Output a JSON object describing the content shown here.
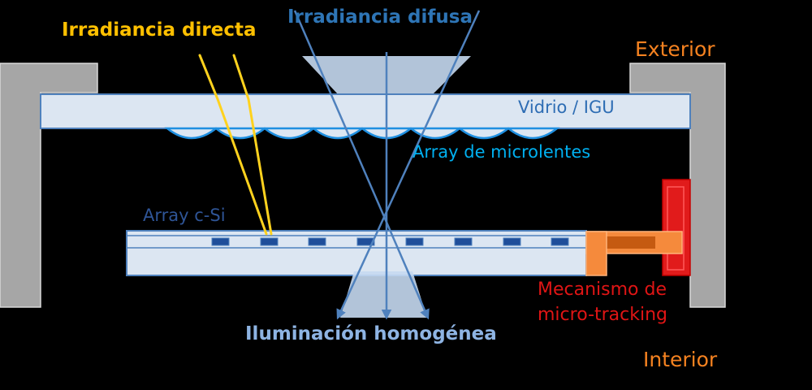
{
  "labels": {
    "direct_irradiance": "Irradiancia directa",
    "diffuse_irradiance": "Irradiancia difusa",
    "exterior": "Exterior",
    "glass": "Vidrio / IGU",
    "microlens_array": "Array de microlentes",
    "csi_array": "Array c-Si",
    "mechanism_line1": "Mecanismo de",
    "mechanism_line2": "micro-tracking",
    "homogeneous_light": "Iluminación homogénea",
    "interior": "Interior"
  },
  "colors": {
    "background": "#000000",
    "frame": "#a6a6a6",
    "glass_fill": "#dce6f2",
    "glass_stroke": "#4f81bd",
    "lens": "#1f8fe0",
    "direct_ray": "#ffd21e",
    "diffuse_ray": "#4f81bd",
    "cell": "#1f4e9a",
    "tracking_orange": "#f58a3c",
    "tracking_red": "#e11b1b",
    "exterior_text": "#f58220",
    "direct_text": "#ffc000",
    "diffuse_text": "#2e75b6",
    "lens_text": "#00b0f0",
    "glass_text": "#2e6db4",
    "csi_text": "#2f5597",
    "mechanism_text": "#e01515",
    "homog_text": "#8eb4e3"
  }
}
